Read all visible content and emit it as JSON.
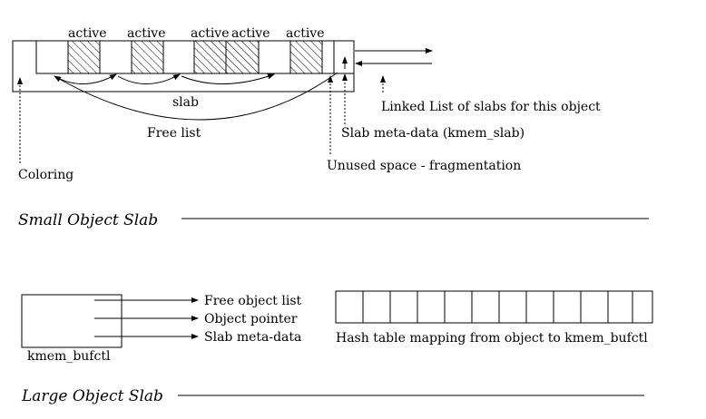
{
  "small": {
    "active_labels": [
      "active",
      "active",
      "active",
      "active",
      "active"
    ],
    "slab_label": "slab",
    "free_list_label": "Free list",
    "linked_list_label": "Linked List of slabs for this object",
    "meta_label": "Slab meta-data (kmem_slab)",
    "unused_label": "Unused space - fragmentation",
    "coloring_label": "Coloring",
    "title": "Small Object Slab"
  },
  "large": {
    "bufctl_label": "kmem_bufctl",
    "fields": [
      "Free object list",
      "Object pointer",
      "Slab meta-data"
    ],
    "hash_label": "Hash table mapping from object to kmem_bufctl",
    "title": "Large Object Slab"
  }
}
